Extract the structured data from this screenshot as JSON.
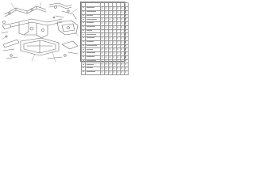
{
  "diagram": {
    "part_labels": [
      "",
      "",
      "",
      "",
      "",
      "",
      "",
      "",
      "",
      "",
      "",
      ""
    ],
    "line_color": "#6b6b6b"
  },
  "parts_table": {
    "columns": [
      "",
      "",
      "",
      "",
      "",
      "",
      "",
      "",
      ""
    ],
    "rows": [
      {
        "no": "",
        "part": "",
        "marks": [
          1,
          1,
          1,
          1,
          1,
          1,
          1,
          1
        ]
      },
      {
        "no": "",
        "part": "",
        "marks": [
          1,
          1,
          1,
          1,
          1,
          1,
          1,
          1
        ]
      },
      {
        "no": "",
        "part": "",
        "marks": [
          1,
          1,
          1,
          1,
          1,
          1,
          1,
          1
        ]
      },
      {
        "no": "",
        "part": "",
        "marks": [
          1,
          1,
          1,
          1,
          1,
          1,
          1,
          1
        ]
      },
      {
        "no": "",
        "part": "",
        "marks": [
          1,
          1,
          1,
          1,
          1,
          1,
          1,
          1
        ]
      },
      {
        "no": "",
        "part": "",
        "marks": [
          1,
          1,
          1,
          1,
          1,
          1,
          1,
          1
        ]
      },
      {
        "no": "",
        "part": "",
        "marks": [
          1,
          1,
          1,
          1,
          1,
          1,
          1,
          1
        ]
      },
      {
        "no": "",
        "part": "",
        "marks": [
          1,
          1,
          1,
          1,
          1,
          1,
          1,
          1
        ]
      },
      {
        "no": "",
        "part": "",
        "marks": [
          1,
          1,
          1,
          1,
          1,
          1,
          1,
          1
        ]
      },
      {
        "no": "",
        "part": "",
        "marks": [
          1,
          1,
          1,
          1,
          1,
          1,
          1,
          1
        ]
      },
      {
        "no": "",
        "part": "",
        "marks": [
          1,
          1,
          1,
          1,
          1,
          1,
          1,
          1
        ]
      },
      {
        "no": "",
        "part": "",
        "marks": [
          1,
          1,
          1,
          1,
          1,
          1,
          1,
          1
        ]
      },
      {
        "no": "",
        "part": "",
        "marks": [
          1,
          1,
          1,
          1,
          1,
          1,
          1,
          1
        ]
      },
      {
        "no": "",
        "part": "",
        "marks": [
          1,
          1,
          1,
          1,
          1,
          1,
          1,
          1
        ]
      },
      {
        "no": "",
        "part": "",
        "marks": [
          1,
          1,
          1,
          1,
          1,
          1,
          1,
          1
        ]
      },
      {
        "no": "",
        "part": "",
        "marks": [
          1,
          1,
          1,
          1,
          1,
          1,
          1,
          1
        ]
      },
      {
        "no": "",
        "part": "",
        "marks": [
          1,
          1,
          1,
          1,
          1,
          1,
          1,
          1
        ]
      },
      {
        "no": "",
        "part": "",
        "marks": [
          1,
          1,
          1,
          1,
          1,
          1,
          1,
          1
        ]
      }
    ]
  }
}
